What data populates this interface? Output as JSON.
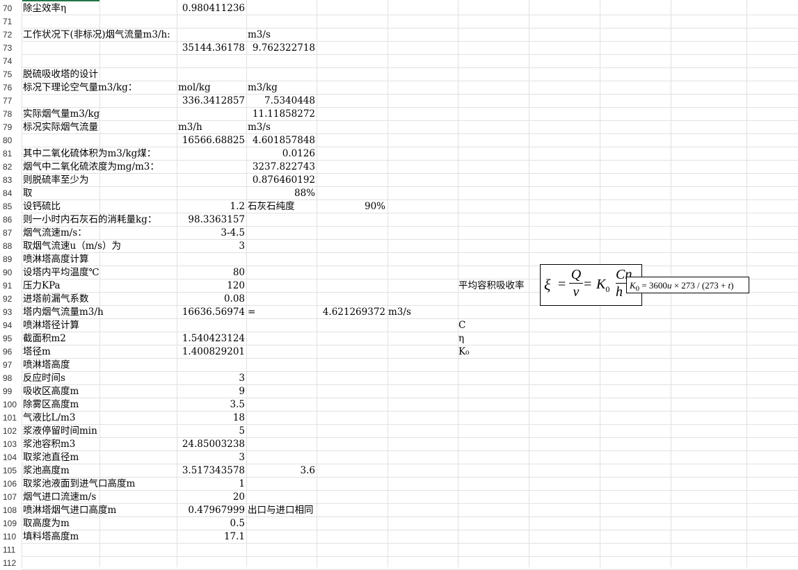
{
  "rows": [
    {
      "n": "70",
      "a": "除尘效率η",
      "b": "0.980411236",
      "c": "",
      "d": "",
      "e": "",
      "f": ""
    },
    {
      "n": "71",
      "a": "",
      "b": "",
      "c": "",
      "d": "",
      "e": "",
      "f": ""
    },
    {
      "n": "72",
      "a": "工作状况下(非标况)烟气流量m3/h:",
      "b": "",
      "c": "m3/s",
      "d": "",
      "e": "",
      "f": ""
    },
    {
      "n": "73",
      "a": "",
      "b": "35144.36178",
      "c": "9.762322718",
      "d": "",
      "e": "",
      "f": ""
    },
    {
      "n": "74",
      "a": "",
      "b": "",
      "c": "",
      "d": "",
      "e": "",
      "f": ""
    },
    {
      "n": "75",
      "a": "脱硫吸收塔的设计",
      "b": "",
      "c": "",
      "d": "",
      "e": "",
      "f": ""
    },
    {
      "n": "76",
      "a": "标况下理论空气量m3/kg：",
      "b": "mol/kg",
      "c": "m3/kg",
      "d": "",
      "e": "",
      "f": ""
    },
    {
      "n": "77",
      "a": "",
      "b": "336.3412857",
      "c": "7.5340448",
      "d": "",
      "e": "",
      "f": ""
    },
    {
      "n": "78",
      "a": "实际烟气量m3/kg",
      "b": "",
      "c": "11.11858272",
      "d": "",
      "e": "",
      "f": ""
    },
    {
      "n": "79",
      "a": "标况实际烟气流量",
      "b": "m3/h",
      "c": "m3/s",
      "d": "",
      "e": "",
      "f": ""
    },
    {
      "n": "80",
      "a": "",
      "b": "16566.68825",
      "c": "4.601857848",
      "d": "",
      "e": "",
      "f": ""
    },
    {
      "n": "81",
      "a": "其中二氧化硫体积为m3/kg煤：",
      "b": "",
      "c": "0.0126",
      "d": "",
      "e": "",
      "f": ""
    },
    {
      "n": "82",
      "a": "烟气中二氧化硫浓度为mg/m3：",
      "b": "",
      "c": "3237.822743",
      "d": "",
      "e": "",
      "f": ""
    },
    {
      "n": "83",
      "a": "则脱硫率至少为",
      "b": "",
      "c": "0.876460192",
      "d": "",
      "e": "",
      "f": ""
    },
    {
      "n": "84",
      "a": "取",
      "b": "",
      "c": "88%",
      "d": "",
      "e": "",
      "f": ""
    },
    {
      "n": "85",
      "a": "设钙硫比",
      "b": "1.2",
      "c": "石灰石纯度",
      "d": "90%",
      "e": "",
      "f": ""
    },
    {
      "n": "86",
      "a": "则一小时内石灰石的消耗量kg：",
      "b": "98.3363157",
      "c": "",
      "d": "",
      "e": "",
      "f": ""
    },
    {
      "n": "87",
      "a": "烟气流速m/s：",
      "b": "3-4.5",
      "c": "",
      "d": "",
      "e": "",
      "f": ""
    },
    {
      "n": "88",
      "a": "取烟气流速u（m/s）为",
      "b": "3",
      "c": "",
      "d": "",
      "e": "",
      "f": ""
    },
    {
      "n": "89",
      "a": "喷淋塔高度计算",
      "b": "",
      "c": "",
      "d": "",
      "e": "",
      "f": ""
    },
    {
      "n": "90",
      "a": "设塔内平均温度℃",
      "b": "80",
      "c": "",
      "d": "",
      "e": "",
      "f": ""
    },
    {
      "n": "91",
      "a": "压力KPa",
      "b": "120",
      "c": "",
      "d": "",
      "e": "",
      "f": "平均容积吸收率"
    },
    {
      "n": "92",
      "a": "进塔前漏气系数",
      "b": "0.08",
      "c": "",
      "d": "",
      "e": "",
      "f": ""
    },
    {
      "n": "93",
      "a": "塔内烟气流量m3/h",
      "b": "16636.56974",
      "c": "=",
      "d": "4.621269372",
      "e": "m3/s",
      "f": ""
    },
    {
      "n": "94",
      "a": "喷淋塔径计算",
      "b": "",
      "c": "",
      "d": "",
      "e": "",
      "f": "C"
    },
    {
      "n": "95",
      "a": "截面积m2",
      "b": "1.540423124",
      "c": "",
      "d": "",
      "e": "",
      "f": "η"
    },
    {
      "n": "96",
      "a": "塔径m",
      "b": "1.400829201",
      "c": "",
      "d": "",
      "e": "",
      "f": "K₀"
    },
    {
      "n": "97",
      "a": "喷淋塔高度",
      "b": "",
      "c": "",
      "d": "",
      "e": "",
      "f": ""
    },
    {
      "n": "98",
      "a": "反应时间s",
      "b": "3",
      "c": "",
      "d": "",
      "e": "",
      "f": ""
    },
    {
      "n": "99",
      "a": "吸收区高度m",
      "b": "9",
      "c": "",
      "d": "",
      "e": "",
      "f": ""
    },
    {
      "n": "100",
      "a": "除雾区高度m",
      "b": "3.5",
      "c": "",
      "d": "",
      "e": "",
      "f": ""
    },
    {
      "n": "101",
      "a": "气液比L/m3",
      "b": "18",
      "c": "",
      "d": "",
      "e": "",
      "f": ""
    },
    {
      "n": "102",
      "a": "浆液停留时间min",
      "b": "5",
      "c": "",
      "d": "",
      "e": "",
      "f": ""
    },
    {
      "n": "103",
      "a": "浆池容积m3",
      "b": "24.85003238",
      "c": "",
      "d": "",
      "e": "",
      "f": ""
    },
    {
      "n": "104",
      "a": "取浆池直径m",
      "b": "3",
      "c": "",
      "d": "",
      "e": "",
      "f": ""
    },
    {
      "n": "105",
      "a": "浆池高度m",
      "b": "3.517343578",
      "c": "3.6",
      "d": "",
      "e": "",
      "f": ""
    },
    {
      "n": "106",
      "a": "取浆池液面到进气口高度m",
      "b": "1",
      "c": "",
      "d": "",
      "e": "",
      "f": ""
    },
    {
      "n": "107",
      "a": "烟气进口流速m/s",
      "b": "20",
      "c": "",
      "d": "",
      "e": "",
      "f": ""
    },
    {
      "n": "108",
      "a": "喷淋塔烟气进口高度m",
      "b": "0.47967999",
      "c": "出口与进口相同",
      "d": "",
      "e": "",
      "f": ""
    },
    {
      "n": "109",
      "a": "取高度为m",
      "b": "0.5",
      "c": "",
      "d": "",
      "e": "",
      "f": ""
    },
    {
      "n": "110",
      "a": "填料塔高度m",
      "b": "17.1",
      "c": "",
      "d": "",
      "e": "",
      "f": ""
    },
    {
      "n": "111",
      "a": "",
      "b": "",
      "c": "",
      "d": "",
      "e": "",
      "f": ""
    },
    {
      "n": "112",
      "a": "",
      "b": "",
      "c": "",
      "d": "",
      "e": "",
      "f": ""
    }
  ],
  "formula": {
    "xi": "ξ",
    "eq": "=",
    "q": "Q",
    "v": "v",
    "k": "K",
    "k_sub": "0",
    "cn": "Cη",
    "h": "h"
  },
  "k0_formula": {
    "k": "K",
    "sub": "0",
    "rest": " = 3600",
    "u": "u",
    "times": " × 273 / (273 + ",
    "t": "t",
    "close": ")"
  },
  "colors": {
    "grid": "#e1e1e1",
    "selection": "#217346"
  }
}
